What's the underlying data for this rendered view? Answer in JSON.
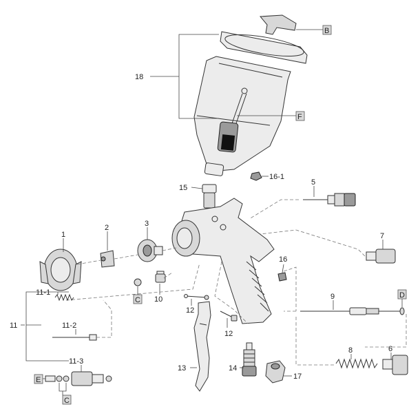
{
  "callouts": {
    "n18": "18",
    "n15": "15",
    "n16_1": "16-1",
    "n5": "5",
    "n1": "1",
    "n2": "2",
    "n3": "3",
    "n7": "7",
    "n16": "16",
    "n10": "10",
    "n11": "11",
    "n11_1": "11-1",
    "n11_2": "11-2",
    "n11_3": "11-3",
    "n12a": "12",
    "n12b": "12",
    "n9": "9",
    "n13": "13",
    "n14": "14",
    "n17": "17",
    "n8": "8",
    "n6": "6"
  },
  "letters": {
    "B": "B",
    "F": "F",
    "C1": "C",
    "D": "D",
    "E": "E",
    "C2": "C"
  }
}
